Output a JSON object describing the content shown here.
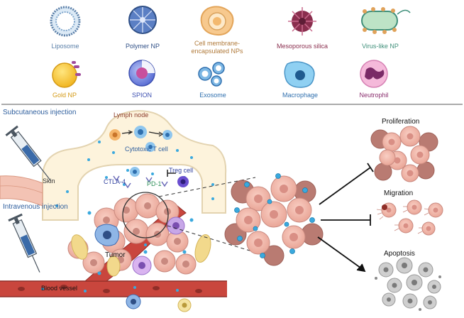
{
  "legend": {
    "row1": [
      {
        "label": "Liposome",
        "color": "#5a7fa8",
        "icon": "liposome-icon"
      },
      {
        "label": "Polymer NP",
        "color": "#2f4f86",
        "icon": "polymer-np-icon"
      },
      {
        "label": "Cell membrane-encapsulated NPs",
        "color": "#b07a3a",
        "icon": "cell-membrane-np-icon"
      },
      {
        "label": "Mesoporous silica",
        "color": "#8a2e4e",
        "icon": "mesoporous-silica-icon"
      },
      {
        "label": "Virus-like NP",
        "color": "#3f8f7a",
        "icon": "virus-like-np-icon"
      }
    ],
    "row2": [
      {
        "label": "Gold NP",
        "color": "#d49a16",
        "icon": "gold-np-icon"
      },
      {
        "label": "SPION",
        "color": "#3c4fb0",
        "icon": "spion-icon"
      },
      {
        "label": "Exosome",
        "color": "#2f6fae",
        "icon": "exosome-icon"
      },
      {
        "label": "Macrophage",
        "color": "#2f6fae",
        "icon": "macrophage-icon"
      },
      {
        "label": "Neutrophil",
        "color": "#8a2e6e",
        "icon": "neutrophil-icon"
      }
    ]
  },
  "diagram": {
    "subcutaneous": "Subcutaneous injection",
    "intravenous": "Intravenous injection",
    "skin": "Skin",
    "lymph_node": "Lymph node",
    "cytotoxic": "Cytotoxic T cell",
    "treg": "Treg cell",
    "ctla4": "CTLA-4",
    "pd1": "PD-1",
    "tumor": "Tumor",
    "blood_vessel": "Blood vessel",
    "proliferation": "Proliferation",
    "migration": "Migration",
    "apoptosis": "Apoptosis"
  },
  "colors": {
    "tumor_cell": "#f2b3a6",
    "tumor_nucleus": "#c9897f",
    "nanoparticle": "#3aa9de",
    "vessel": "#c9463d",
    "lymph_fill": "#fdf3dc",
    "lymph_stroke": "#e3d3b0",
    "apoptotic": "#9a9a9a"
  }
}
